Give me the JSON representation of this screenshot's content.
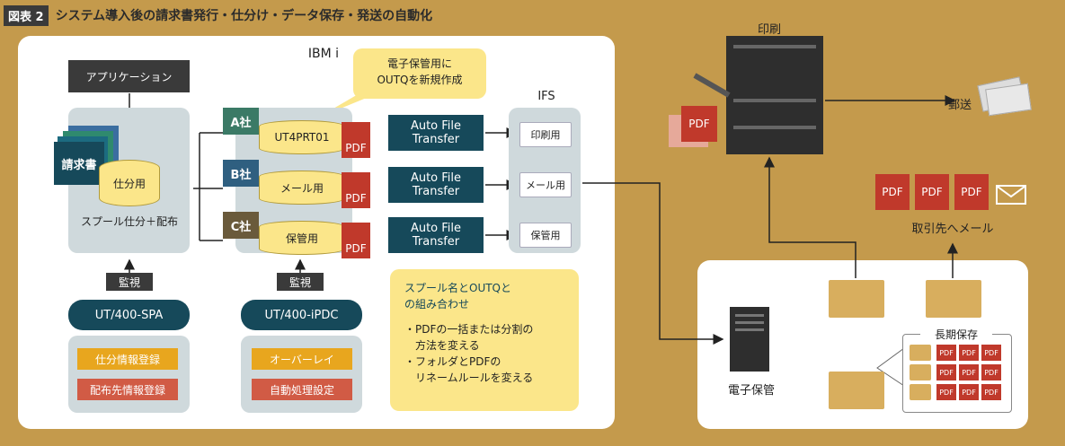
{
  "header": {
    "badge": "図表 2",
    "text": "システム導入後の請求書発行・仕分け・データ保存・発送の自動化"
  },
  "ibm_panel": {
    "title": "IBM i"
  },
  "app_box": "アプリケーション",
  "invoice_stack": {
    "label": "請求書",
    "spool": "仕分用",
    "caption": "スプール仕分＋配布"
  },
  "bubble": {
    "line1": "電子保管用に",
    "line2": "OUTQを新規作成"
  },
  "companies": [
    {
      "name": "A社",
      "outq": "UT4PRT01",
      "pdf": "PDF",
      "color": "#3b7a66"
    },
    {
      "name": "B社",
      "outq": "メール用",
      "pdf": "PDF",
      "color": "#2f5f80"
    },
    {
      "name": "C社",
      "outq": "保管用",
      "pdf": "PDF",
      "color": "#6a5a3b"
    }
  ],
  "aft": [
    {
      "line1": "Auto File",
      "line2": "Transfer"
    },
    {
      "line1": "Auto File",
      "line2": "Transfer"
    },
    {
      "line1": "Auto File",
      "line2": "Transfer"
    }
  ],
  "ifs": {
    "title": "IFS",
    "folders": [
      "印刷用",
      "メール用",
      "保管用"
    ]
  },
  "monitor_label_1": "監視",
  "monitor_label_2": "監視",
  "spa": {
    "name": "UT/400-SPA",
    "btn1": "仕分情報登録",
    "btn2": "配布先情報登録"
  },
  "ipdc": {
    "name": "UT/400-iPDC",
    "btn1": "オーバーレイ",
    "btn2": "自動処理設定"
  },
  "note": {
    "line1": "スプール名とOUTQと",
    "line2": "の組み合わせ",
    "bullet1a": "・PDFの一括または分割の",
    "bullet1b": "方法を変える",
    "bullet2a": "・フォルダとPDFの",
    "bullet2b": "リネームルールを変える"
  },
  "print": {
    "label": "印刷",
    "pdf": "PDF",
    "mail_label": "郵送"
  },
  "email": {
    "pdfs": [
      "PDF",
      "PDF",
      "PDF"
    ],
    "label": "取引先へメール"
  },
  "storage": {
    "server_label": "電子保管",
    "long_term": "長期保存",
    "mini_pdfs": [
      "PDF",
      "PDF",
      "PDF",
      "PDF",
      "PDF",
      "PDF",
      "PDF",
      "PDF",
      "PDF"
    ]
  },
  "colors": {
    "background": "#c49a4c",
    "teal": "#16495a",
    "pdf_red": "#c0392b",
    "yellow": "#fbe68a"
  }
}
